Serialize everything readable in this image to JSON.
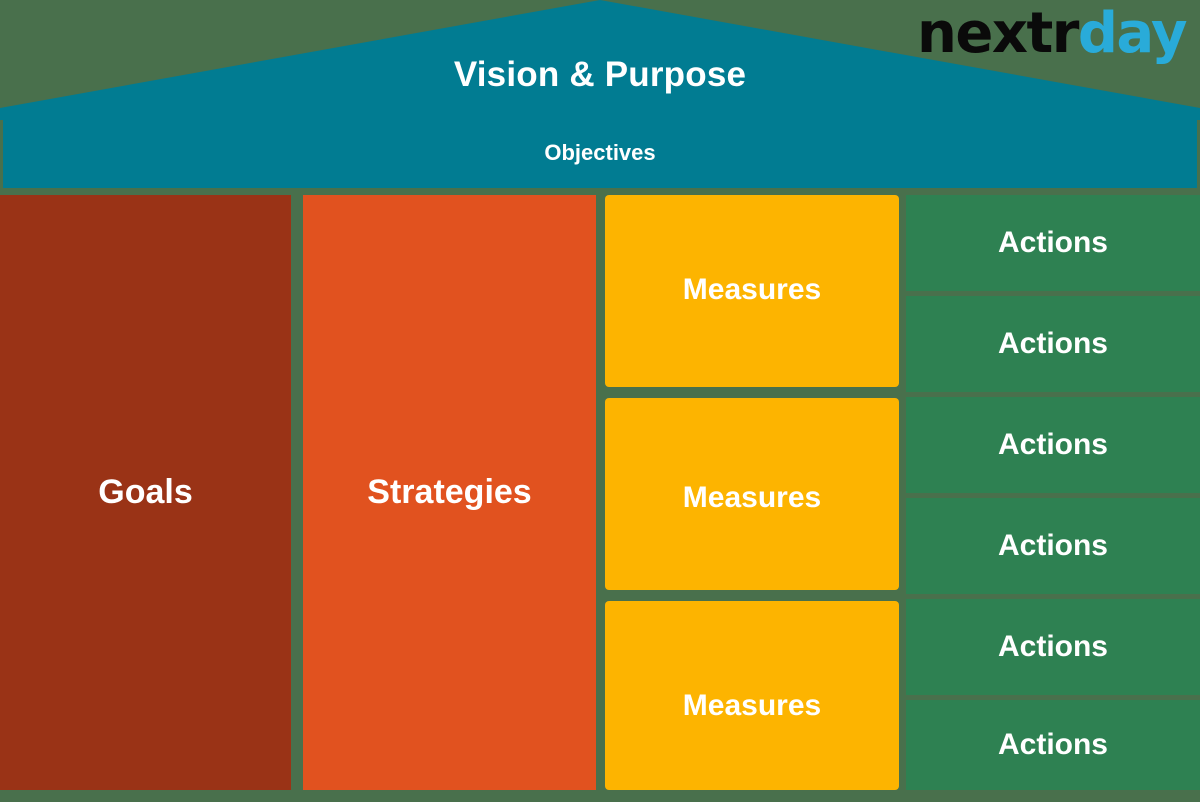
{
  "brand": {
    "logo_part_one": "nextr",
    "logo_part_two": "day",
    "logo_color_one": "#0A0A0A",
    "logo_color_two": "#29ABD9"
  },
  "diagram": {
    "type": "strategy-house",
    "background_color": "#49704C",
    "roof": {
      "label": "Vision & Purpose",
      "color": "#017C92"
    },
    "banner": {
      "label": "Objectives",
      "color": "#017C92"
    },
    "columns": [
      {
        "key": "goals",
        "label": "Goals",
        "color": "#9A3316",
        "count": 1
      },
      {
        "key": "strategies",
        "label": "Strategies",
        "color": "#E1521F",
        "count": 1
      },
      {
        "key": "measures",
        "label": "Measures",
        "color": "#FDB400",
        "count": 3
      },
      {
        "key": "actions",
        "label": "Actions",
        "color": "#2E8152",
        "count": 6
      }
    ],
    "measures": [
      {
        "label": "Measures"
      },
      {
        "label": "Measures"
      },
      {
        "label": "Measures"
      }
    ],
    "actions": [
      {
        "label": "Actions"
      },
      {
        "label": "Actions"
      },
      {
        "label": "Actions"
      },
      {
        "label": "Actions"
      },
      {
        "label": "Actions"
      },
      {
        "label": "Actions"
      }
    ]
  }
}
